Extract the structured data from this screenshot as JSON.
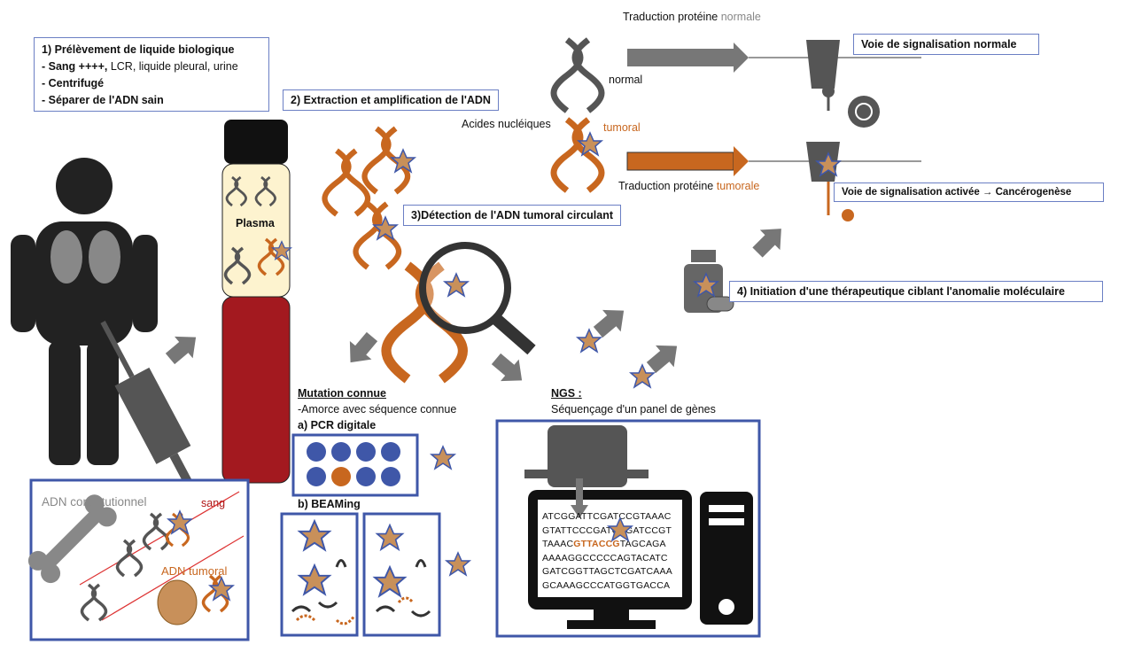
{
  "step1": {
    "title": "1) Prélèvement de liquide biologique",
    "line1_bold": "- Sang ++++,",
    "line1_rest": " LCR, liquide pleural, urine",
    "line2": "- Centrifugé",
    "line3": "- Séparer de l'ADN sain"
  },
  "step2": {
    "title": "2) Extraction et amplification de l'ADN"
  },
  "step3": {
    "title": "3)Détection de l'ADN tumoral circulant"
  },
  "step4": {
    "title": "4) Initiation d'une thérapeutique ciblant l'anomalie moléculaire"
  },
  "tube": {
    "plasma": "Plasma"
  },
  "nucleic": {
    "label": "Acides nucléiques",
    "normal": "normal",
    "tumoral": "tumoral"
  },
  "translation": {
    "normal_prefix": "Traduction protéine ",
    "normal_word": "normale",
    "tumoral_prefix": "Traduction protéine ",
    "tumoral_word": "tumorale"
  },
  "pathways": {
    "normal": "Voie de signalisation normale",
    "activated": "Voie de signalisation activée → Cancérogenèse"
  },
  "blood_box": {
    "constitutional": "ADN constitutionnel",
    "sang": "sang",
    "tumoral": "ADN tumoral"
  },
  "known": {
    "title": "Mutation connue",
    "desc": "-Amorce avec séquence connue",
    "pcr": "a) PCR digitale",
    "beaming": "b) BEAMing"
  },
  "ngs": {
    "title": "NGS :",
    "desc": "Séquençage d'un panel de gènes",
    "seq": [
      "ATCGGATTCGATCCGTAAAC",
      "GTATTCCCGATCCGATCCGT",
      "AAAAGGCCCCCAGTACATC",
      "GATCGGTTAGCTCGATCAAA",
      "GCAAAGCCCATGGTGACCA"
    ],
    "seq3_pre": "TAAAC",
    "seq3_mut": "GTTACCG",
    "seq3_post": "TAGCAGA"
  },
  "colors": {
    "orange": "#c8671f",
    "grey": "#555555",
    "blood": "#a3191f",
    "plasma": "#fdf3cf",
    "blue": "#3f57a8"
  }
}
